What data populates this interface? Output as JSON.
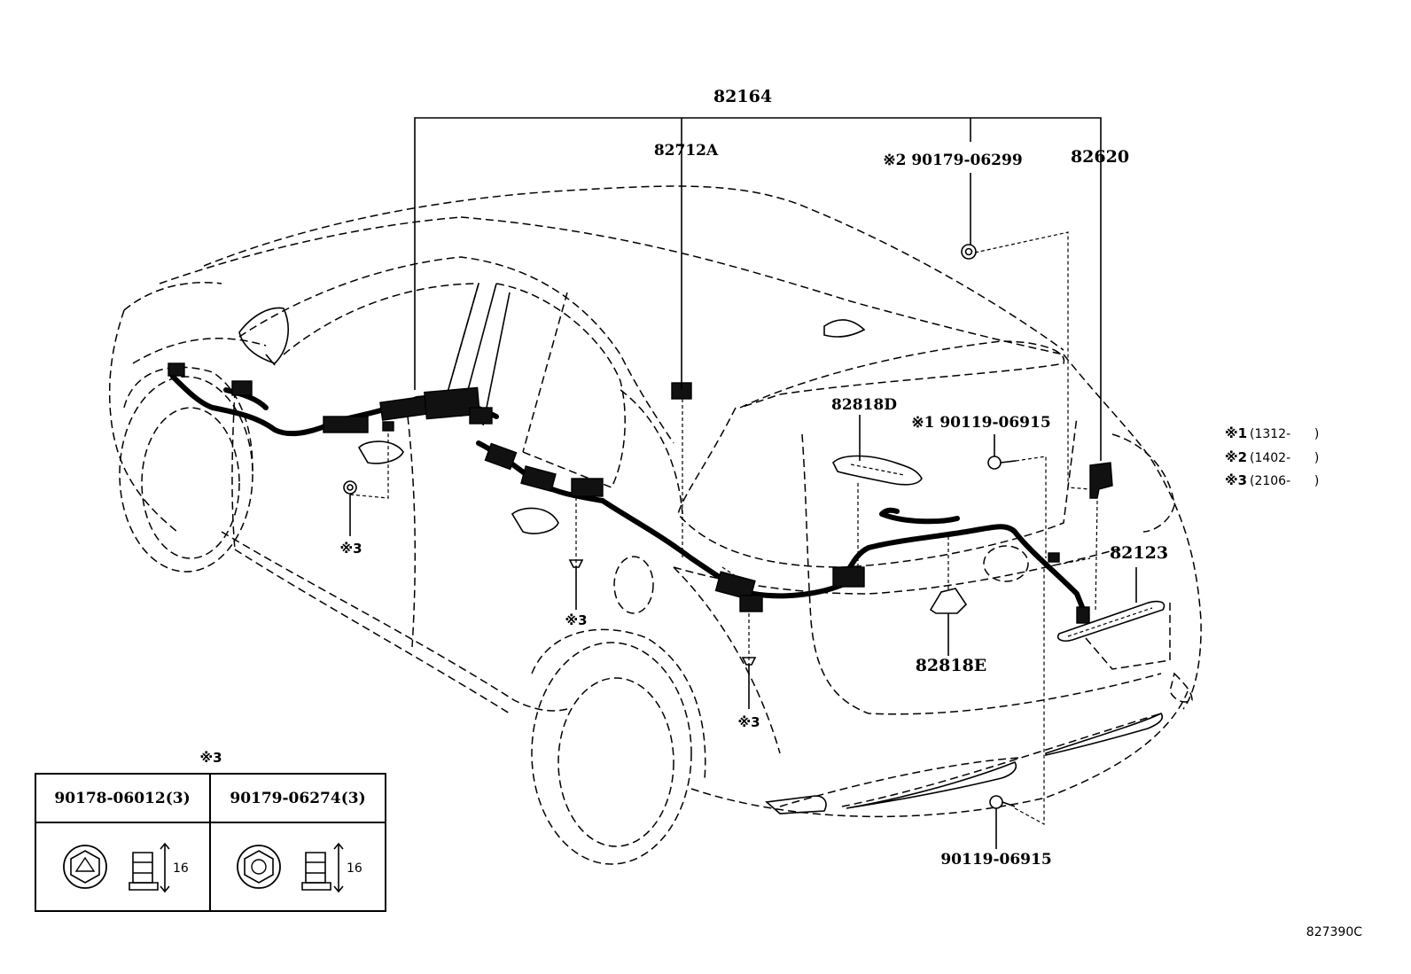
{
  "labels": {
    "main_harness": "82164",
    "p_82712A": "82712A",
    "p_82620": "82620",
    "clip_top": "※2 90179-06299",
    "p_82818D": "82818D",
    "bolt_mid": "※1 90119-06915",
    "p_82123": "82123",
    "p_82818E": "82818E",
    "bolt_bottom": "90119-06915",
    "ref_left": "※3",
    "ref_mid": "※3",
    "ref_low": "※3"
  },
  "notes": [
    {
      "mark": "※1",
      "range": "(1312-      )"
    },
    {
      "mark": "※2",
      "range": "(1402-      )"
    },
    {
      "mark": "※3",
      "range": "(2106-      )"
    }
  ],
  "fastener_table": {
    "title": "※3",
    "columns": [
      {
        "part": "90178-06012(3)",
        "size": "16"
      },
      {
        "part": "90179-06274(3)",
        "size": "16"
      }
    ]
  },
  "diagram_code": "827390C"
}
